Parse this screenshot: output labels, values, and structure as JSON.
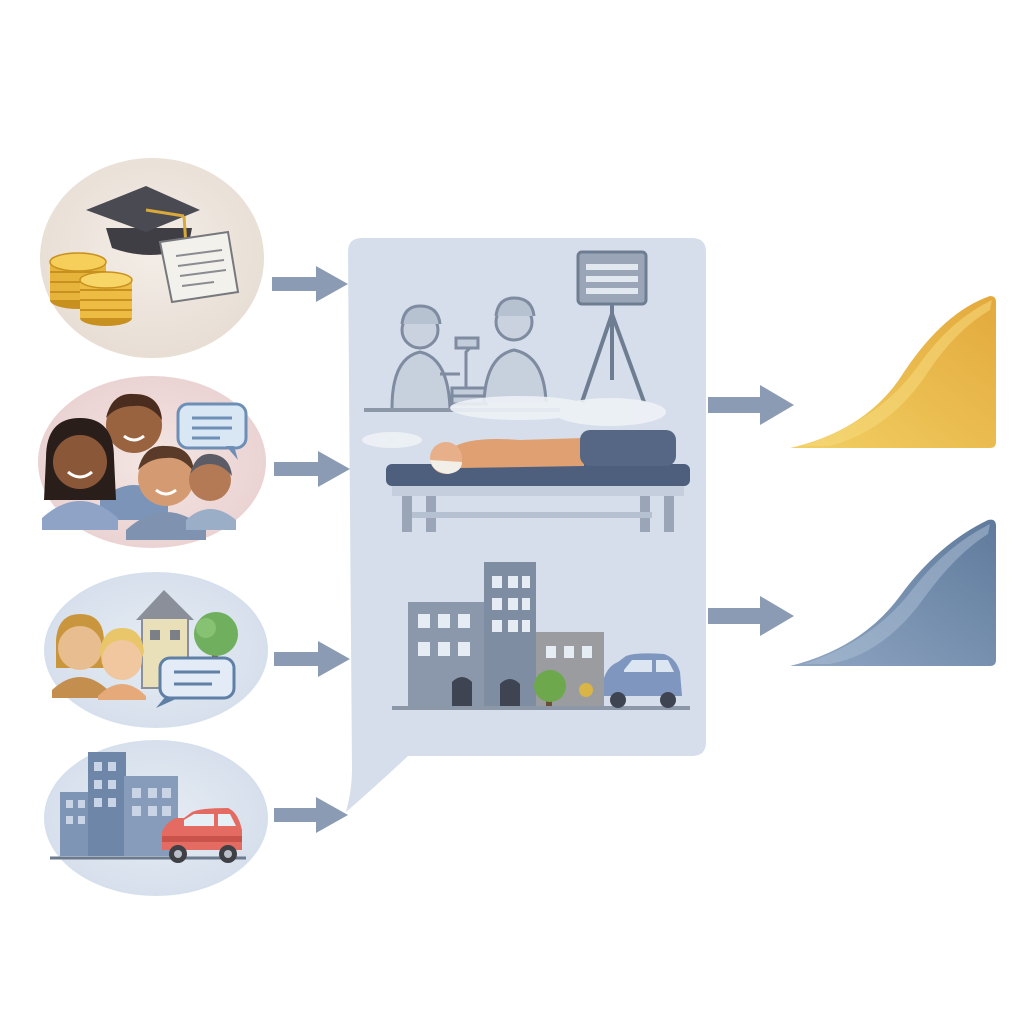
{
  "diagram": {
    "inputs": [
      {
        "id": "socioeconomic",
        "icons": [
          "graduation-cap-icon",
          "coins-icon",
          "document-icon"
        ]
      },
      {
        "id": "social",
        "icons": [
          "people-group-icon",
          "speech-bubble-icon"
        ]
      },
      {
        "id": "community",
        "icons": [
          "people-pair-icon",
          "house-icon",
          "tree-icon",
          "speech-bubble-icon"
        ]
      },
      {
        "id": "built-environment",
        "icons": [
          "buildings-icon",
          "car-icon"
        ]
      }
    ],
    "process_panel": {
      "scenes": [
        {
          "id": "clinical-research",
          "icons": [
            "researcher-icon",
            "microscope-icon",
            "camera-tripod-icon"
          ]
        },
        {
          "id": "patient-exam",
          "icons": [
            "exam-table-icon",
            "patient-icon"
          ]
        },
        {
          "id": "urban-setting",
          "icons": [
            "buildings-icon",
            "tree-icon",
            "car-icon"
          ]
        }
      ]
    },
    "outputs": [
      {
        "id": "outcome-high",
        "color": "#E8B84A"
      },
      {
        "id": "outcome-low",
        "color": "#6E86A6"
      }
    ],
    "colors": {
      "arrow": "#8A9BB3",
      "panel": "#D5DEEA",
      "bubble_1": "#EEE6DE",
      "bubble_2": "#F0DCDC",
      "bubble_3": "#DCE4EF",
      "bubble_4": "#DCE4EF"
    }
  }
}
